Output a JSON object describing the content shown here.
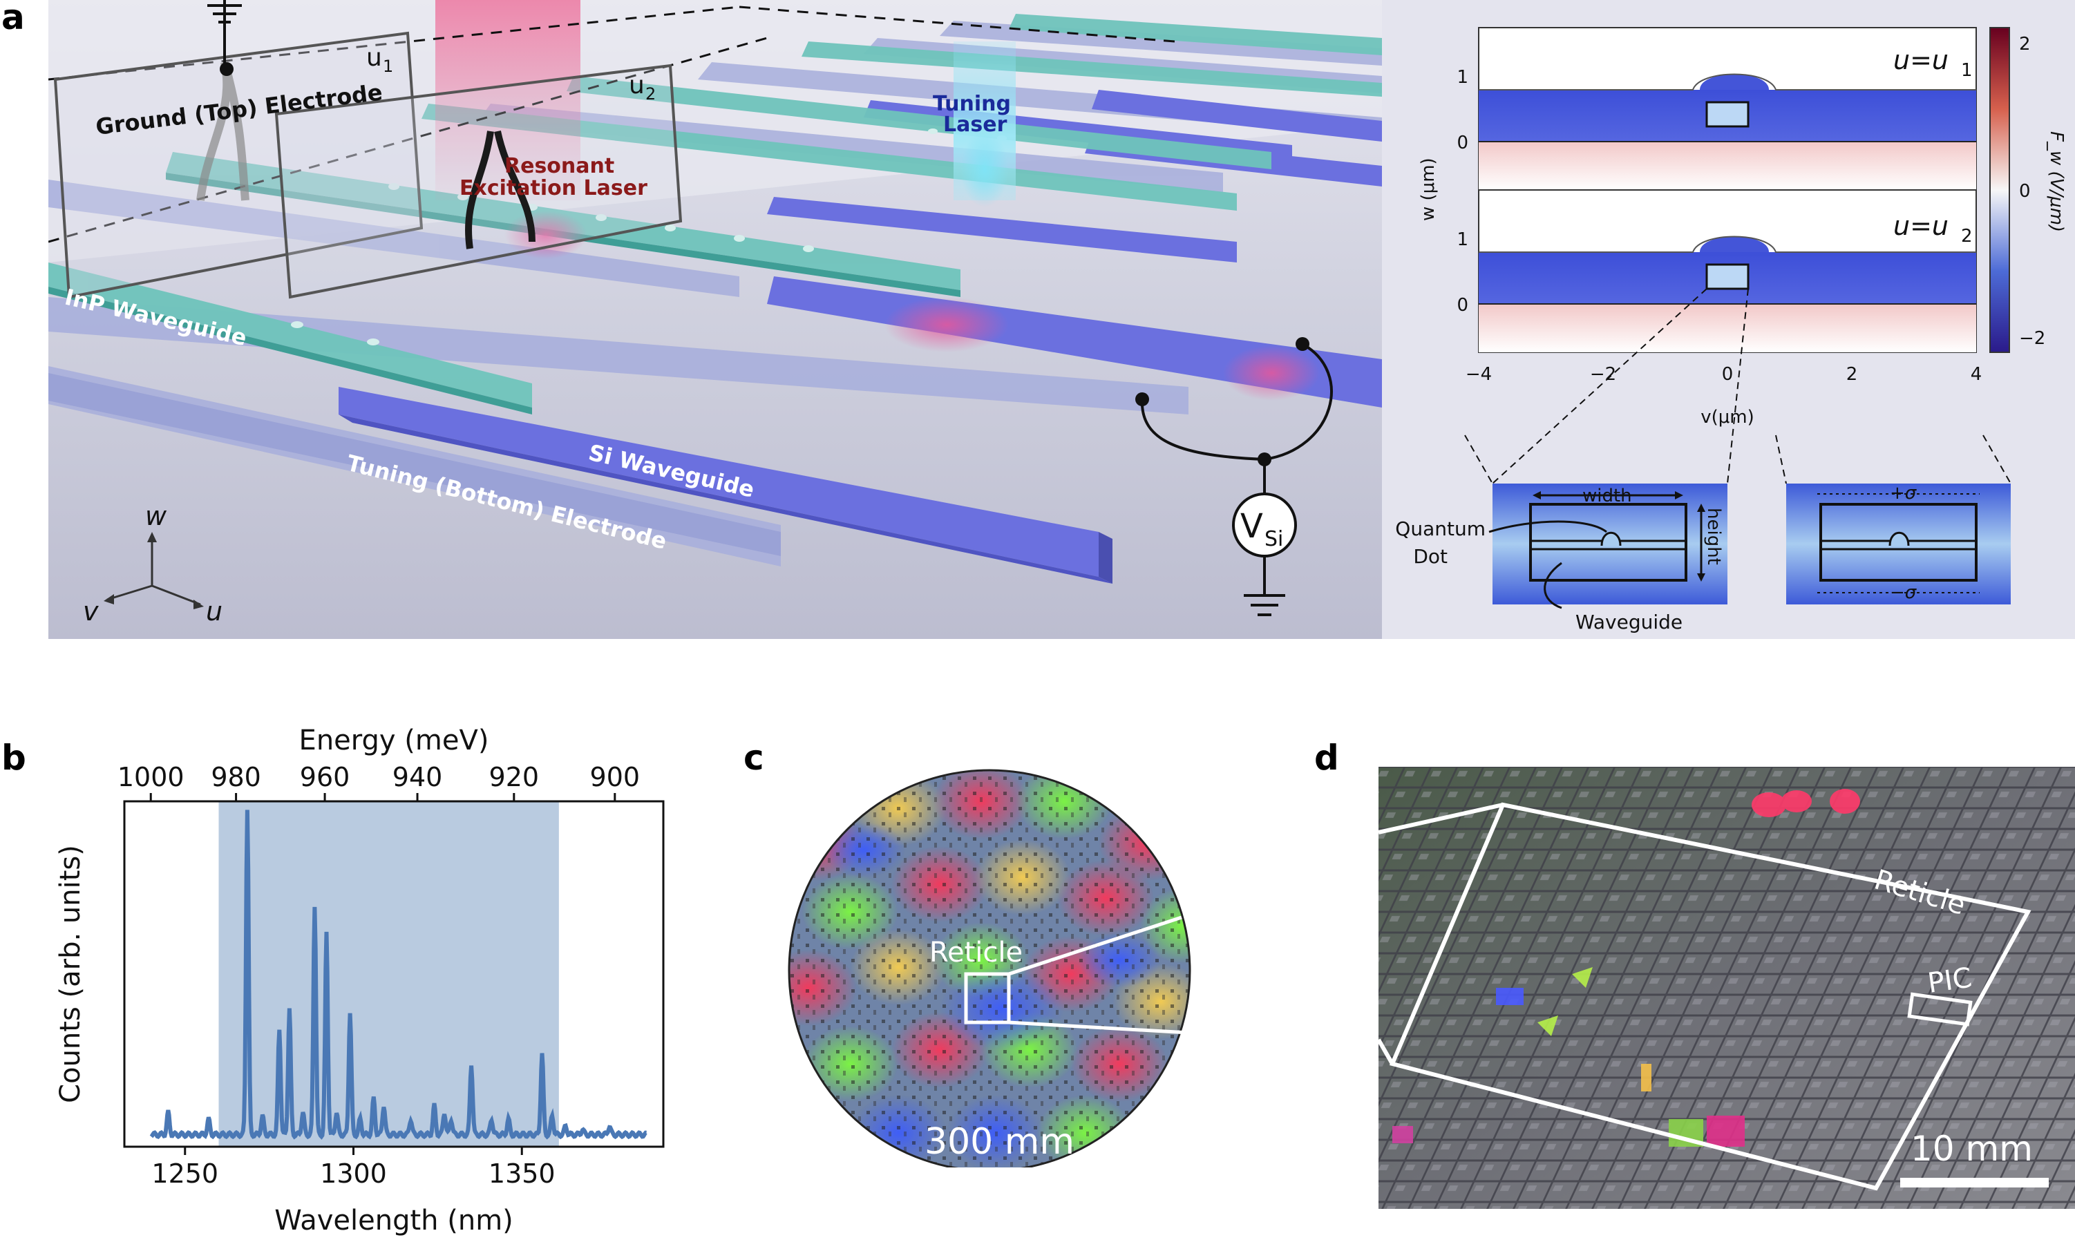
{
  "figure": {
    "panel_labels": [
      "a",
      "b",
      "c",
      "d"
    ]
  },
  "panel_a": {
    "labels": {
      "ground_electrode": "Ground (Top) Electrode",
      "u1": "u",
      "u1_sub": "1",
      "u2": "u",
      "u2_sub": "2",
      "resonant_laser_line1": "Resonant",
      "resonant_laser_line2": "Excitation Laser",
      "tuning_laser_line1": "Tuning",
      "tuning_laser_line2": "Laser",
      "inp_waveguide": "InP Waveguide",
      "si_waveguide": "Si Waveguide",
      "tuning_electrode": "Tuning (Bottom) Electrode",
      "vsi": "V",
      "vsi_sub": "Si",
      "axis_w": "w",
      "axis_v": "v",
      "axis_u": "u"
    },
    "colors": {
      "inp": "#5fb8b0",
      "si": "#5a5fd8",
      "electrode": "#9aa3d8",
      "resonant_label": "#8b1a1a",
      "tuning_label": "#1a2a9a"
    },
    "field_plot": {
      "title_top": "u=u",
      "title_top_sub": "1",
      "title_bottom": "u=u",
      "title_bottom_sub": "2",
      "ylabel": "w (μm)",
      "xlabel": "v(μm)",
      "colorbar_label": "F_w (V/μm)",
      "colorbar_ticks": [
        "2",
        "0",
        "−2"
      ],
      "x_ticks": [
        "−4",
        "−2",
        "0",
        "2",
        "4"
      ],
      "y_ticks": [
        "1",
        "0"
      ],
      "x_range": [
        -4,
        4
      ],
      "colorbar_range": [
        -2,
        2
      ]
    },
    "insets": {
      "width_label": "width",
      "height_label": "height",
      "qd_label_line1": "Quantum",
      "qd_label_line2": "Dot",
      "waveguide_label": "Waveguide",
      "plus_sigma": "+σ",
      "minus_sigma": "−σ"
    }
  },
  "panel_b": {
    "chart_data": {
      "type": "line",
      "xlabel": "Wavelength (nm)",
      "ylabel": "Counts (arb. units)",
      "top_xlabel": "Energy (meV)",
      "xlim": [
        1232,
        1392
      ],
      "ylim": [
        0,
        1
      ],
      "x_ticks": [
        1250,
        1300,
        1350
      ],
      "top_ticks": [
        "1000",
        "980",
        "960",
        "940",
        "920",
        "900"
      ],
      "top_tick_energies": [
        1000,
        980,
        960,
        940,
        920,
        900
      ],
      "shaded_region": [
        1260,
        1361
      ],
      "baseline": 0.035,
      "peaks": [
        {
          "x": 1245,
          "y": 0.1
        },
        {
          "x": 1257,
          "y": 0.08
        },
        {
          "x": 1268.5,
          "y": 0.98
        },
        {
          "x": 1273,
          "y": 0.09
        },
        {
          "x": 1278,
          "y": 0.34
        },
        {
          "x": 1281,
          "y": 0.4
        },
        {
          "x": 1285,
          "y": 0.1
        },
        {
          "x": 1288.5,
          "y": 0.7
        },
        {
          "x": 1292,
          "y": 0.62
        },
        {
          "x": 1295,
          "y": 0.1
        },
        {
          "x": 1299,
          "y": 0.39
        },
        {
          "x": 1302,
          "y": 0.08
        },
        {
          "x": 1306,
          "y": 0.14
        },
        {
          "x": 1309,
          "y": 0.12
        },
        {
          "x": 1317,
          "y": 0.08
        },
        {
          "x": 1324,
          "y": 0.12
        },
        {
          "x": 1327,
          "y": 0.1
        },
        {
          "x": 1329,
          "y": 0.08
        },
        {
          "x": 1335,
          "y": 0.24
        },
        {
          "x": 1341,
          "y": 0.08
        },
        {
          "x": 1346,
          "y": 0.08
        },
        {
          "x": 1356,
          "y": 0.27
        },
        {
          "x": 1359,
          "y": 0.09
        },
        {
          "x": 1363,
          "y": 0.06
        },
        {
          "x": 1368,
          "y": 0.05
        },
        {
          "x": 1376,
          "y": 0.06
        }
      ],
      "color": "#4a78b5",
      "shade_color": "#b9cbe0"
    }
  },
  "panel_c": {
    "reticle_label": "Reticle",
    "scale_label": "300 mm"
  },
  "panel_d": {
    "reticle_label": "Reticle",
    "pic_label": "PIC",
    "scale_label": "10 mm"
  }
}
